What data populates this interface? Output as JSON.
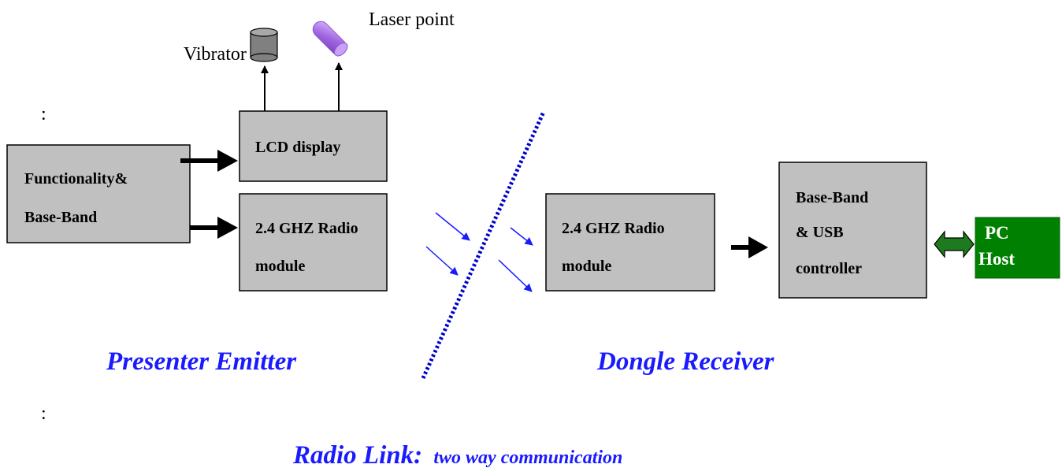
{
  "labels": {
    "vibrator": "Vibrator",
    "laser_point": "Laser point",
    "colon_top": ":",
    "colon_bottom": ":"
  },
  "boxes": {
    "functionality": [
      "Functionality&",
      "Base-Band"
    ],
    "lcd_display": "LCD display",
    "emitter_radio": [
      "2.4 GHZ Radio",
      "module"
    ],
    "receiver_radio": [
      "2.4 GHZ Radio",
      "module"
    ],
    "baseband_usb": [
      "Base-Band",
      "& USB",
      "controller"
    ],
    "pc_host": [
      "PC",
      "Host"
    ]
  },
  "section_titles": {
    "presenter_emitter": "Presenter Emitter",
    "dongle_receiver": "Dongle Receiver",
    "radio_link_main": "Radio Link:",
    "radio_link_sub": "two  way communication"
  },
  "colors": {
    "box_fill": "#c0c0c0",
    "pc_host_fill": "#008000",
    "title_blue": "#1a1aff",
    "radio_arrow_blue": "#1a1aff",
    "divider_blue": "#0000cc"
  },
  "icons": [
    "vibrator-cylinder-icon",
    "laser-pointer-icon",
    "double-arrow-icon"
  ]
}
